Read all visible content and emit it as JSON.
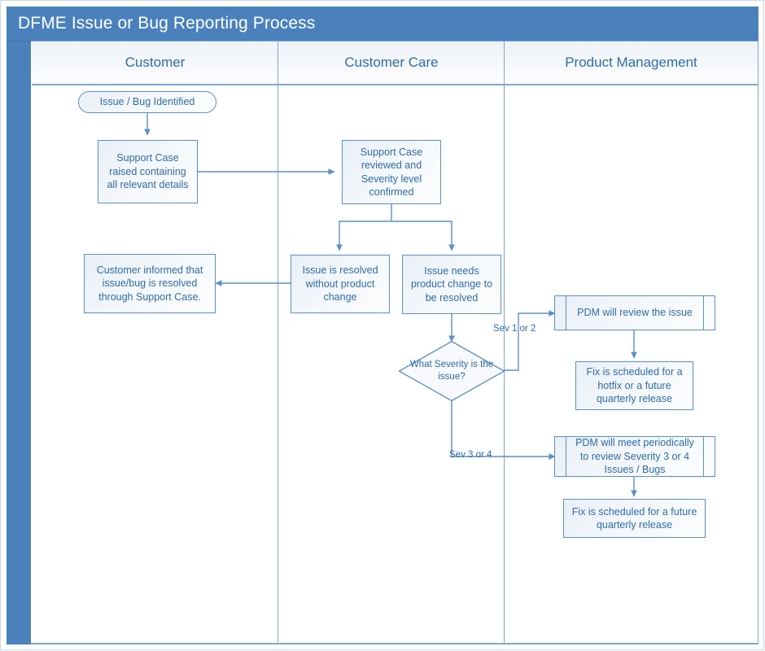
{
  "diagram": {
    "title": "DFME Issue or Bug Reporting Process",
    "type": "cross-functional-flowchart",
    "accent_color": "#4a81bd",
    "text_color": "#2f6ca5",
    "shape_border_color": "#5b8fc4",
    "connector_color": "#5b8fc4",
    "lane_divider_color": "#7ba7d0"
  },
  "lanes": [
    {
      "id": "customer",
      "label": "Customer"
    },
    {
      "id": "customer-care",
      "label": "Customer Care"
    },
    {
      "id": "product-management",
      "label": "Product Management"
    }
  ],
  "nodes": [
    {
      "id": "issue-identified",
      "lane": "customer",
      "shape": "terminator",
      "text": "Issue / Bug Identified"
    },
    {
      "id": "support-case-raised",
      "lane": "customer",
      "shape": "process",
      "text": "Support Case raised containing all relevant details"
    },
    {
      "id": "case-reviewed",
      "lane": "customer-care",
      "shape": "process",
      "text": "Support Case reviewed and Severity level confirmed"
    },
    {
      "id": "customer-informed",
      "lane": "customer",
      "shape": "process",
      "text": "Customer informed that issue/bug is resolved through Support Case."
    },
    {
      "id": "resolved-no-change",
      "lane": "customer-care",
      "shape": "process",
      "text": "Issue is resolved without product change"
    },
    {
      "id": "needs-product-change",
      "lane": "customer-care",
      "shape": "process",
      "text": "Issue needs product change to be resolved"
    },
    {
      "id": "severity-decision",
      "lane": "customer-care",
      "shape": "decision",
      "text": "What Severity is the issue?"
    },
    {
      "id": "pdm-review",
      "lane": "product-management",
      "shape": "predefined-process",
      "text": "PDM will review the issue"
    },
    {
      "id": "fix-hotfix",
      "lane": "product-management",
      "shape": "process",
      "text": "Fix is scheduled for a hotfix or a future quarterly release"
    },
    {
      "id": "pdm-periodic",
      "lane": "product-management",
      "shape": "predefined-process",
      "text": "PDM will meet periodically to review Severity 3 or 4 Issues / Bugs"
    },
    {
      "id": "fix-quarterly",
      "lane": "product-management",
      "shape": "process",
      "text": "Fix is scheduled for a future quarterly release"
    }
  ],
  "edges": [
    {
      "from": "issue-identified",
      "to": "support-case-raised",
      "label": ""
    },
    {
      "from": "support-case-raised",
      "to": "case-reviewed",
      "label": ""
    },
    {
      "from": "case-reviewed",
      "to": "resolved-no-change",
      "label": ""
    },
    {
      "from": "case-reviewed",
      "to": "needs-product-change",
      "label": ""
    },
    {
      "from": "resolved-no-change",
      "to": "customer-informed",
      "label": ""
    },
    {
      "from": "needs-product-change",
      "to": "severity-decision",
      "label": ""
    },
    {
      "from": "severity-decision",
      "to": "pdm-review",
      "label": "Sev 1 or 2"
    },
    {
      "from": "severity-decision",
      "to": "pdm-periodic",
      "label": "Sev 3 or 4"
    },
    {
      "from": "pdm-review",
      "to": "fix-hotfix",
      "label": ""
    },
    {
      "from": "pdm-periodic",
      "to": "fix-quarterly",
      "label": ""
    }
  ],
  "edge_labels": {
    "sev_1_2": "Sev 1 or 2",
    "sev_3_4": "Sev 3 or 4"
  }
}
